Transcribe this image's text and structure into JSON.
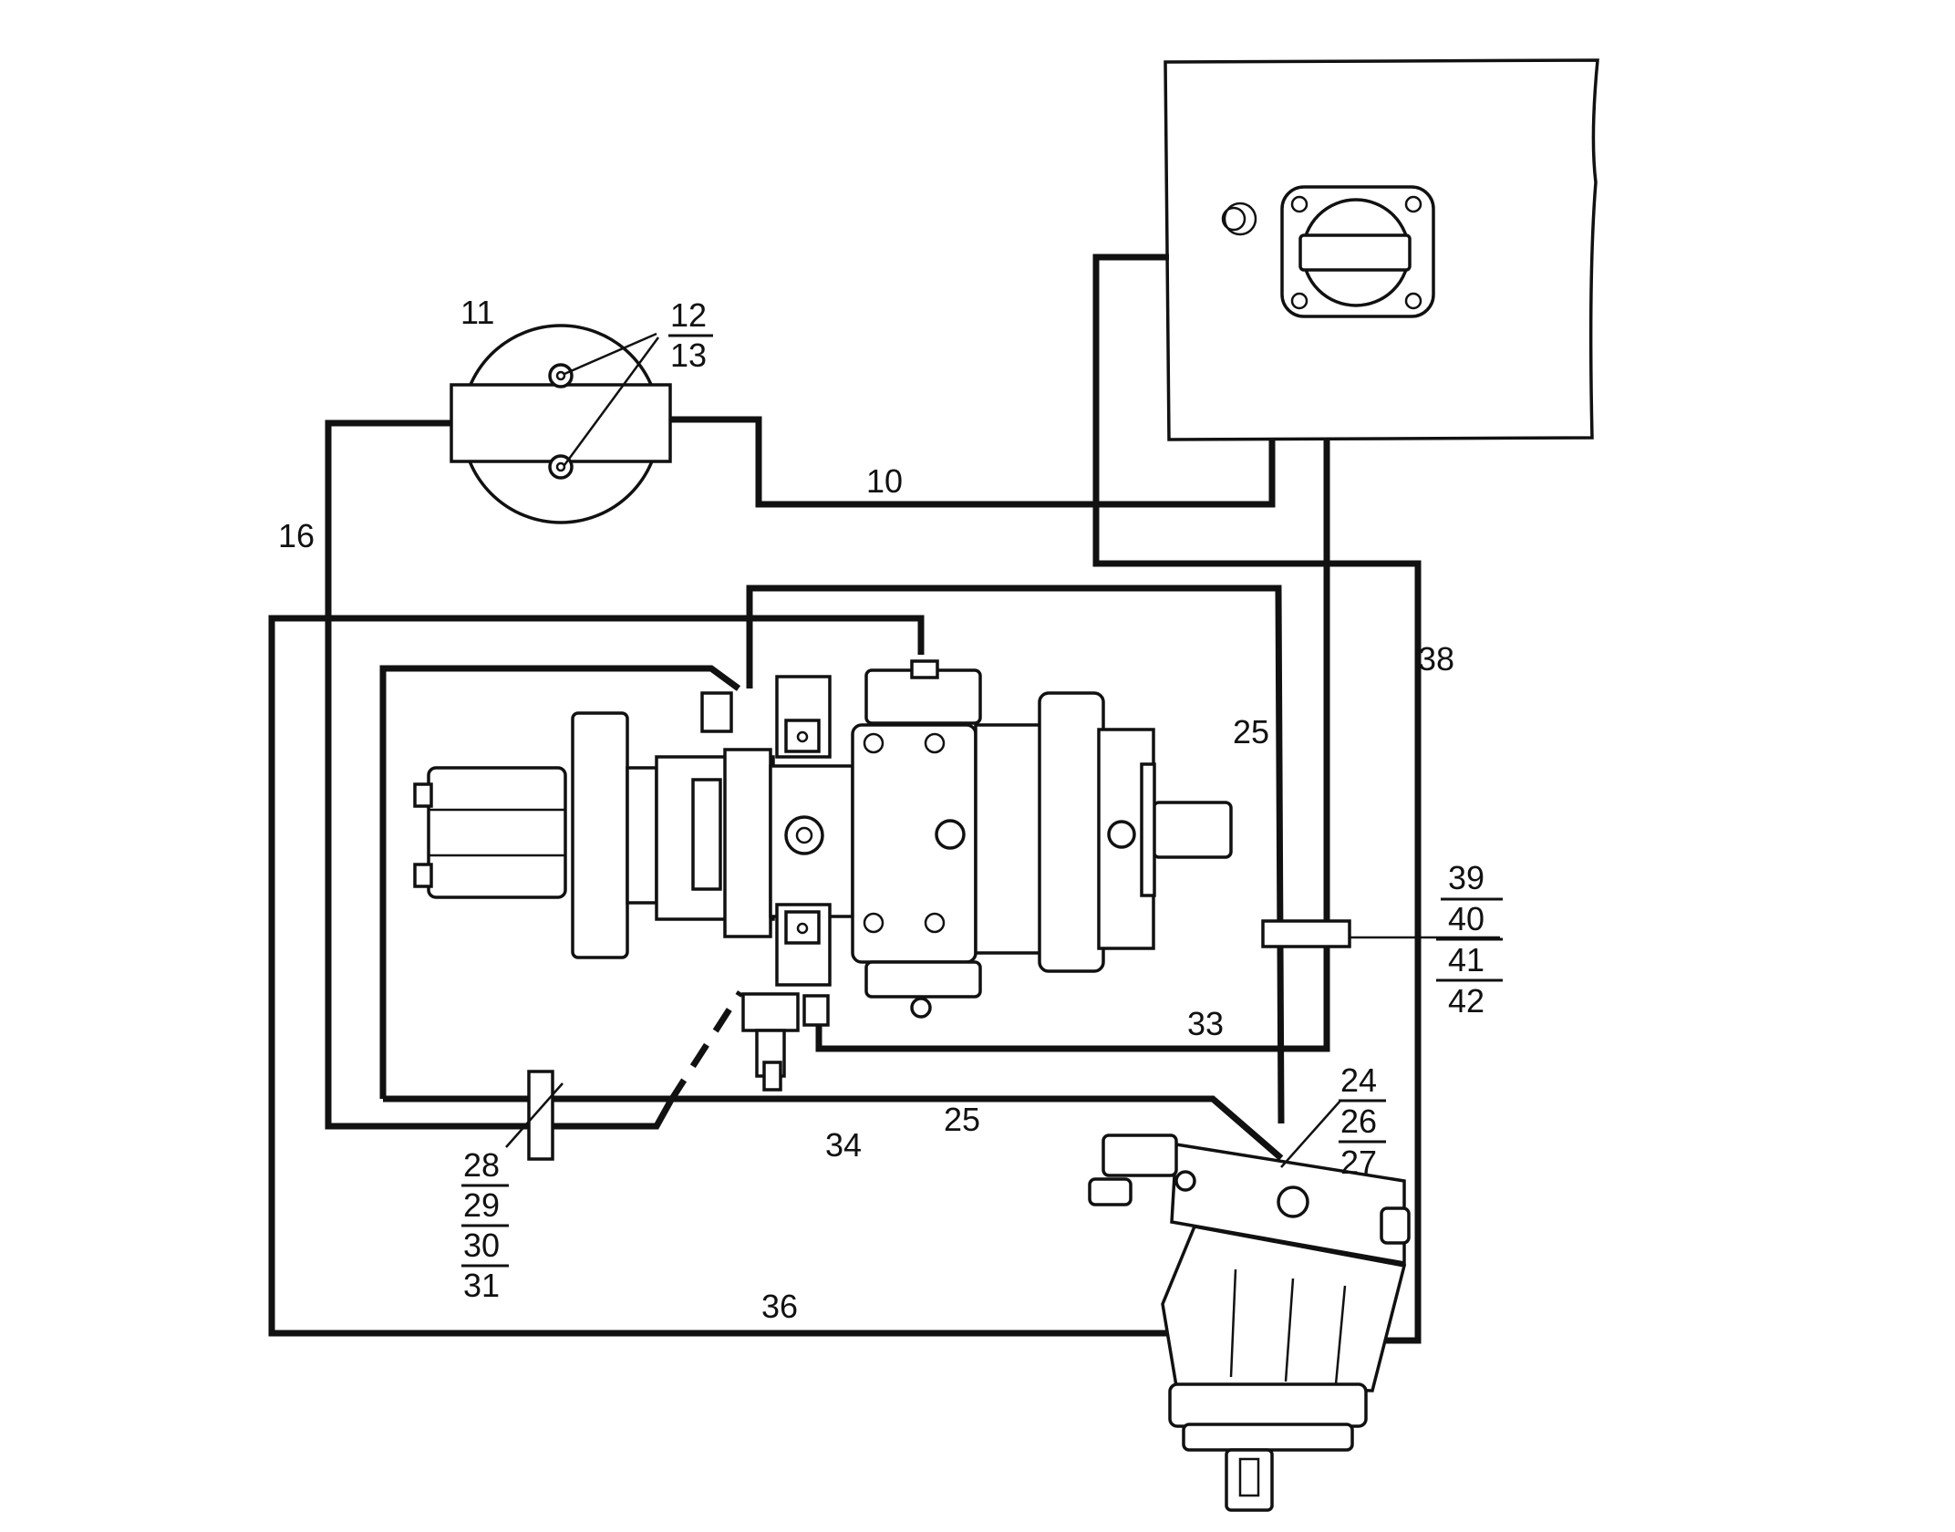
{
  "labels": {
    "l10": "10",
    "l11": "11",
    "l12": "12",
    "l13": "13",
    "l16": "16",
    "l24": "24",
    "l25a": "25",
    "l25b": "25",
    "l26": "26",
    "l27": "27",
    "l28": "28",
    "l29": "29",
    "l30": "30",
    "l31": "31",
    "l33": "33",
    "l34": "34",
    "l36": "36",
    "l38": "38",
    "l39": "39",
    "l40": "40",
    "l41": "41",
    "l42": "42"
  }
}
